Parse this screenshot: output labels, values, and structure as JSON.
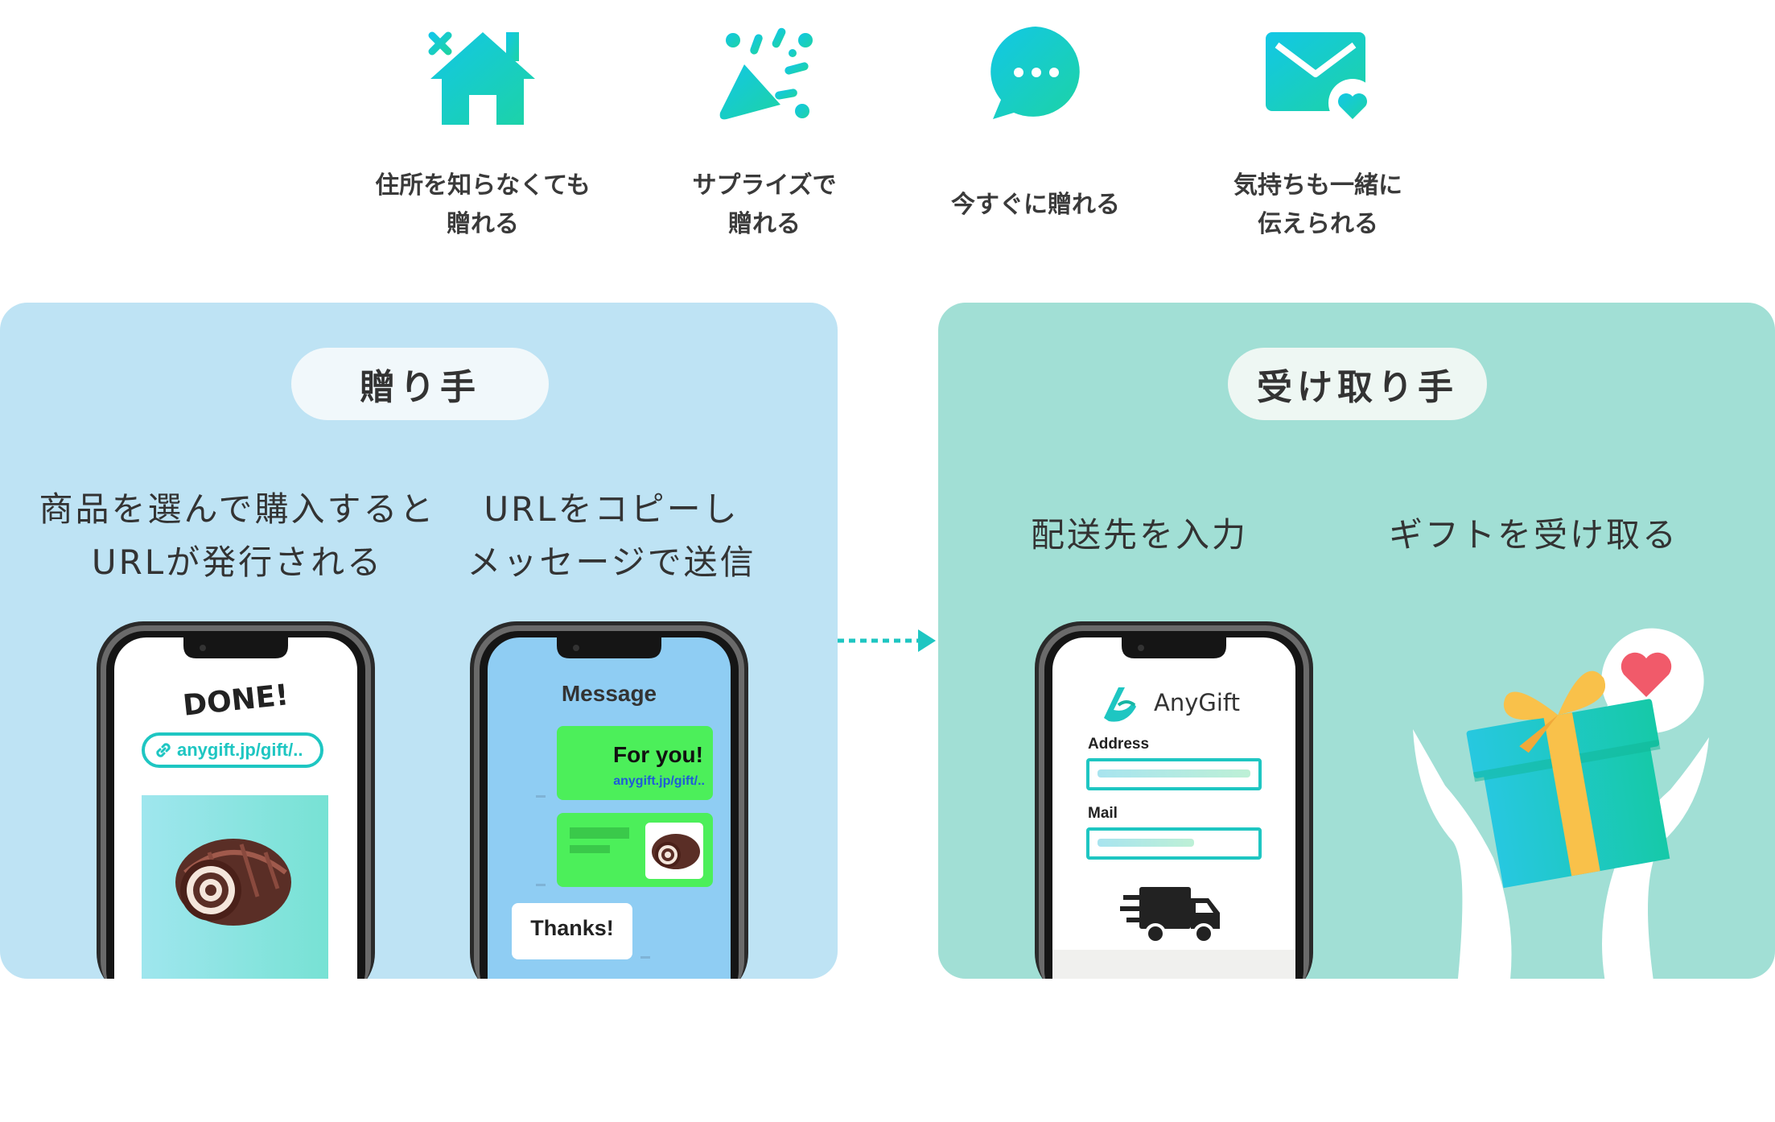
{
  "features": [
    {
      "icon": "house-icon",
      "label": "住所を知らなくても\n贈れる"
    },
    {
      "icon": "party-popper-icon",
      "label": "サプライズで\n贈れる"
    },
    {
      "icon": "chat-bubble-icon",
      "label": "今すぐに贈れる"
    },
    {
      "icon": "mail-heart-icon",
      "label": "気持ちも一緒に\n伝えられる"
    }
  ],
  "sender": {
    "title": "贈り手",
    "step1": "商品を選んで購入すると\nURLが発行される",
    "step2": "URLをコピーし\nメッセージで送信",
    "done_screen": {
      "title": "DONE!",
      "url": "anygift.jp/gift/.."
    },
    "message_screen": {
      "title": "Message",
      "for_you": "For you!",
      "url": "anygift.jp/gift/..",
      "thanks": "Thanks!"
    }
  },
  "receiver": {
    "title": "受け取り手",
    "step1": "配送先を入力",
    "step2": "ギフトを受け取る",
    "form_screen": {
      "brand": "AnyGift",
      "address_label": "Address",
      "mail_label": "Mail"
    }
  },
  "colors": {
    "accent_teal": "#1ec6c2",
    "sender_bg": "#bee3f4",
    "receiver_bg": "#a1dfd5",
    "chat_green": "#4cef5a",
    "link_blue": "#1f5ad8"
  }
}
